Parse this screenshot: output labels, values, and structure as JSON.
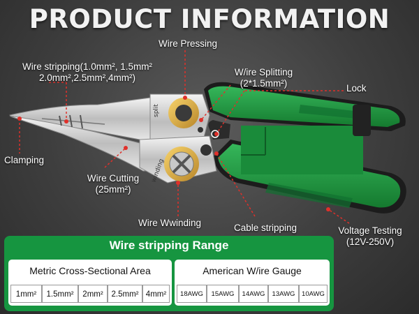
{
  "title": "PRODUCT INFORMATION",
  "callouts": {
    "wire_pressing": "Wire Pressing",
    "wire_stripping_line1": "Wire stripping(1.0mm², 1.5mm²",
    "wire_stripping_line2": "2.0mm²,2.5mm²,4mm²)",
    "wire_splitting_line1": "W/ire Splitting",
    "wire_splitting_line2": "(2*1.5mm²)",
    "lock": "Lock",
    "clamping": "Clamping",
    "wire_cutting_line1": "Wire Cutting",
    "wire_cutting_line2": "(25mm²)",
    "wire_winding": "Wire Wwinding",
    "cable_stripping": "Cable stripping",
    "voltage_testing_line1": "Voltage Testing",
    "voltage_testing_line2": "(12V-250V)"
  },
  "tool_markings": {
    "split": "split",
    "winding": "winding"
  },
  "range": {
    "title": "Wire stripping Range",
    "metric_header": "Metric Cross-Sectional Area",
    "metric_values": [
      "1mm²",
      "1.5mm²",
      "2mm²",
      "2.5mm²",
      "4mm²"
    ],
    "awg_header": "American W/ire Gauge",
    "awg_values": [
      "18AWG",
      "15AWG",
      "14AWG",
      "13AWG",
      "10AWG"
    ]
  },
  "colors": {
    "handle_green": "#1f9a3f",
    "panel_green": "#169540",
    "callout_red": "#e0302a"
  }
}
